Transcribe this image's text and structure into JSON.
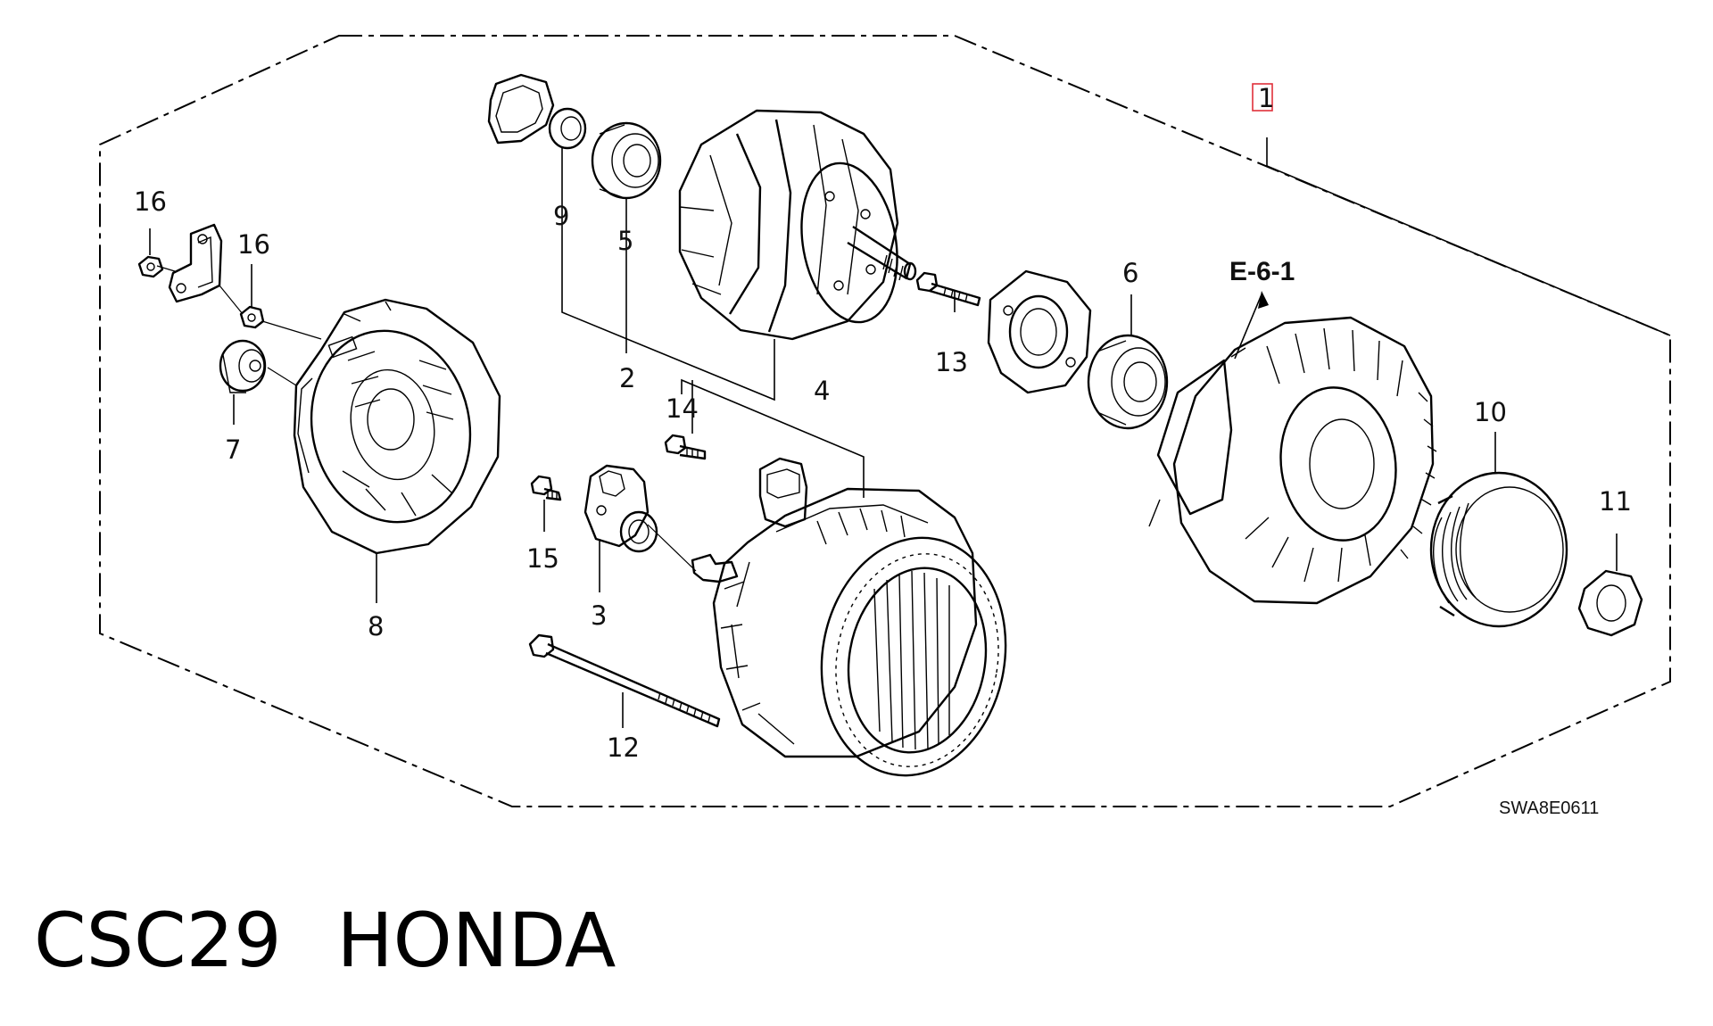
{
  "diagram": {
    "callouts": {
      "c1": "1",
      "c2": "2",
      "c3": "3",
      "c4": "4",
      "c5": "5",
      "c6": "6",
      "c7": "7",
      "c8": "8",
      "c9": "9",
      "c10": "10",
      "c11": "11",
      "c12": "12",
      "c13": "13",
      "c14": "14",
      "c15": "15",
      "c16a": "16",
      "c16b": "16"
    },
    "reference": "E-6-1",
    "drawing_code": "SWA8E0611",
    "highlight_color": "#e0303a"
  },
  "caption": {
    "part_code": "CSC29",
    "brand": "HONDA"
  }
}
